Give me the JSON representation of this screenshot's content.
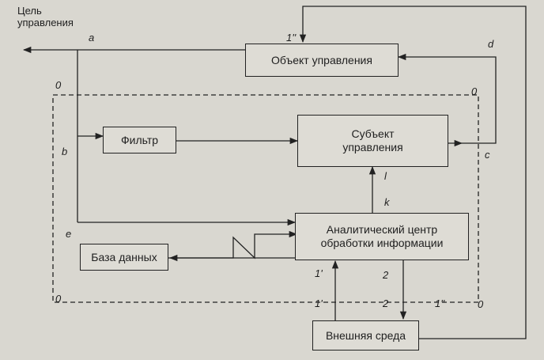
{
  "boxes": {
    "object": "Объект управления",
    "subject": "Субъект управления",
    "filter": "Фильтр",
    "analytic": "Аналитический центр обработки информации",
    "database": "База данных",
    "environment": "Внешняя среда"
  },
  "goal": "Цель управления",
  "labels": {
    "a": "a",
    "b": "b",
    "c": "c",
    "d": "d",
    "e": "e",
    "k": "k",
    "l": "l",
    "zero1": "0",
    "zero2": "0",
    "zero3": "0",
    "zero4": "0",
    "one_dd_top": "1''",
    "one_dd_bottom": "1''",
    "one_d_1": "1'",
    "one_d_2": "1'",
    "two_1": "2",
    "two_2": "2"
  }
}
